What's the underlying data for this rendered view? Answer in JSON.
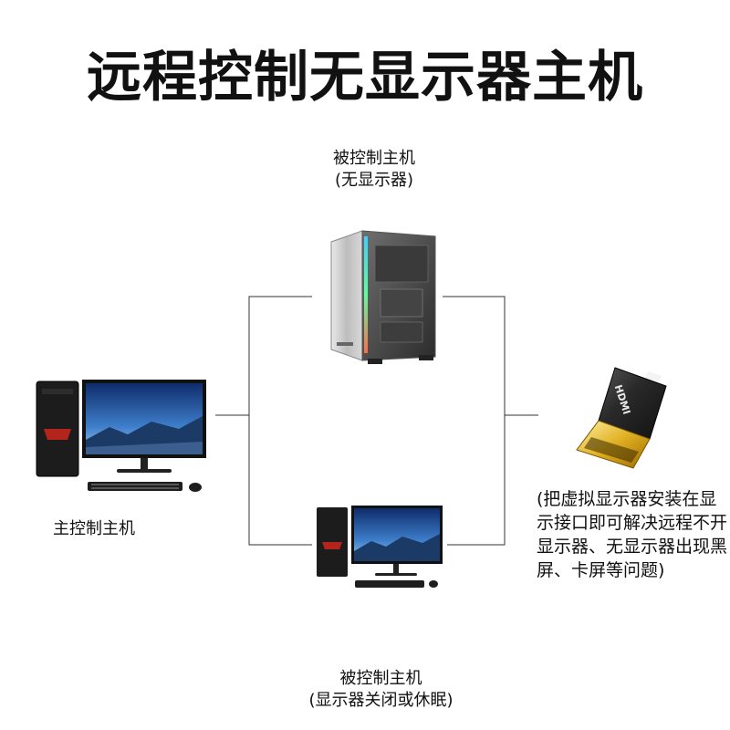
{
  "title": "远程控制无显示器主机",
  "top_host": {
    "line1": "被控制主机",
    "line2": "(无显示器)"
  },
  "main_host": {
    "label": "主控制主机"
  },
  "bottom_host": {
    "line1": "被控制主机",
    "line2": "(显示器关闭或休眠)"
  },
  "hdmi_note": "(把虚拟显示器安装在显示接口即可解决远程不开显示器、无显示器出现黑屏、卡屏等问题)",
  "hdmi_plug_text": "HDMI",
  "colors": {
    "line": "#333333",
    "gold": "#d4a017",
    "plug_body": "#2a2a2a"
  },
  "icons": [
    "tower-pc-icon",
    "desktop-pc-icon",
    "small-desktop-pc-icon",
    "hdmi-dummy-plug-icon"
  ]
}
